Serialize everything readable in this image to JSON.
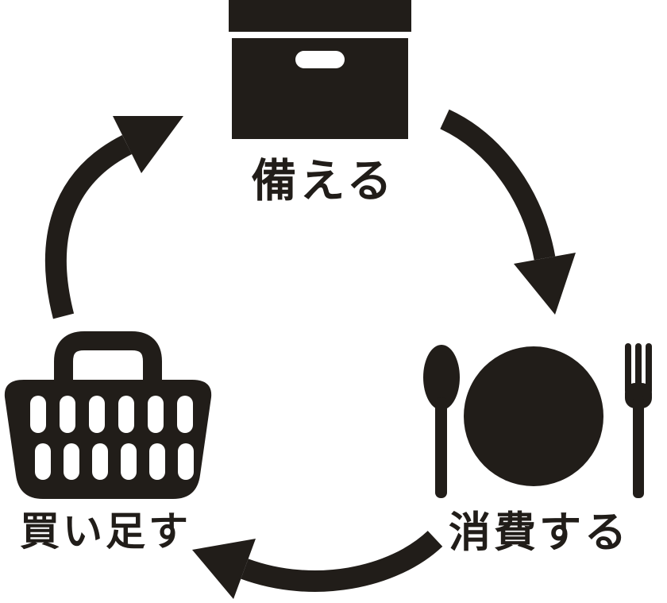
{
  "diagram": {
    "ink_color": "#211d19",
    "nodes": {
      "prepare": {
        "label": "備える",
        "icon": "storage-box-icon"
      },
      "consume": {
        "label": "消費する",
        "icon": "plate-spoon-fork-icon"
      },
      "restock": {
        "label": "買い足す",
        "icon": "shopping-basket-icon"
      }
    }
  }
}
